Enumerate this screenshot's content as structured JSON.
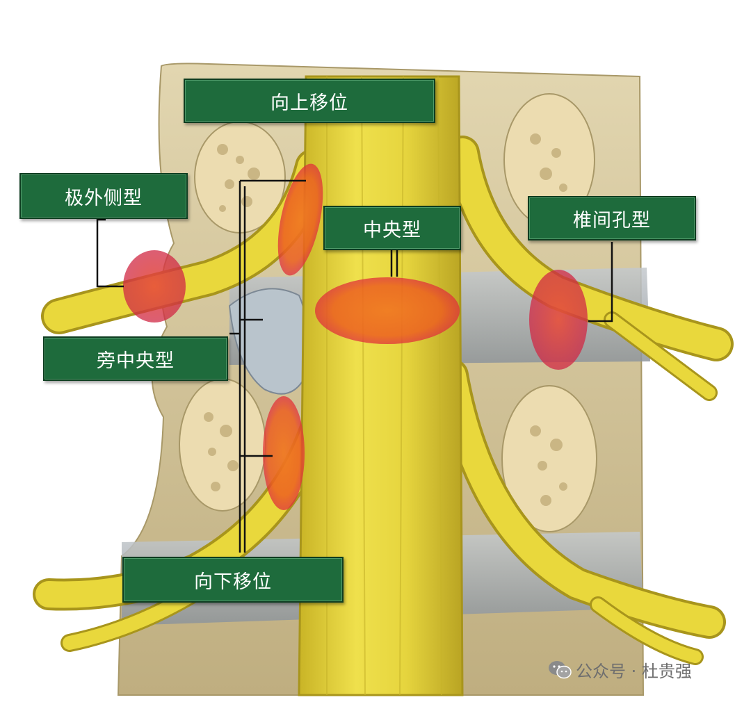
{
  "labels": {
    "upward": "向上移位",
    "far_lateral": "极外侧型",
    "central": "中央型",
    "foraminal": "椎间孔型",
    "paracentral": "旁中央型",
    "downward": "向下移位"
  },
  "watermark": {
    "text": "公众号 · 杜贵强",
    "icon": "wechat-icon"
  },
  "colors": {
    "label_bg": "#1e6b3c",
    "nerve": "#e8d63a",
    "bone": "#c9b98a",
    "disc": "#a7adb3",
    "herniation": "#e8501e"
  }
}
